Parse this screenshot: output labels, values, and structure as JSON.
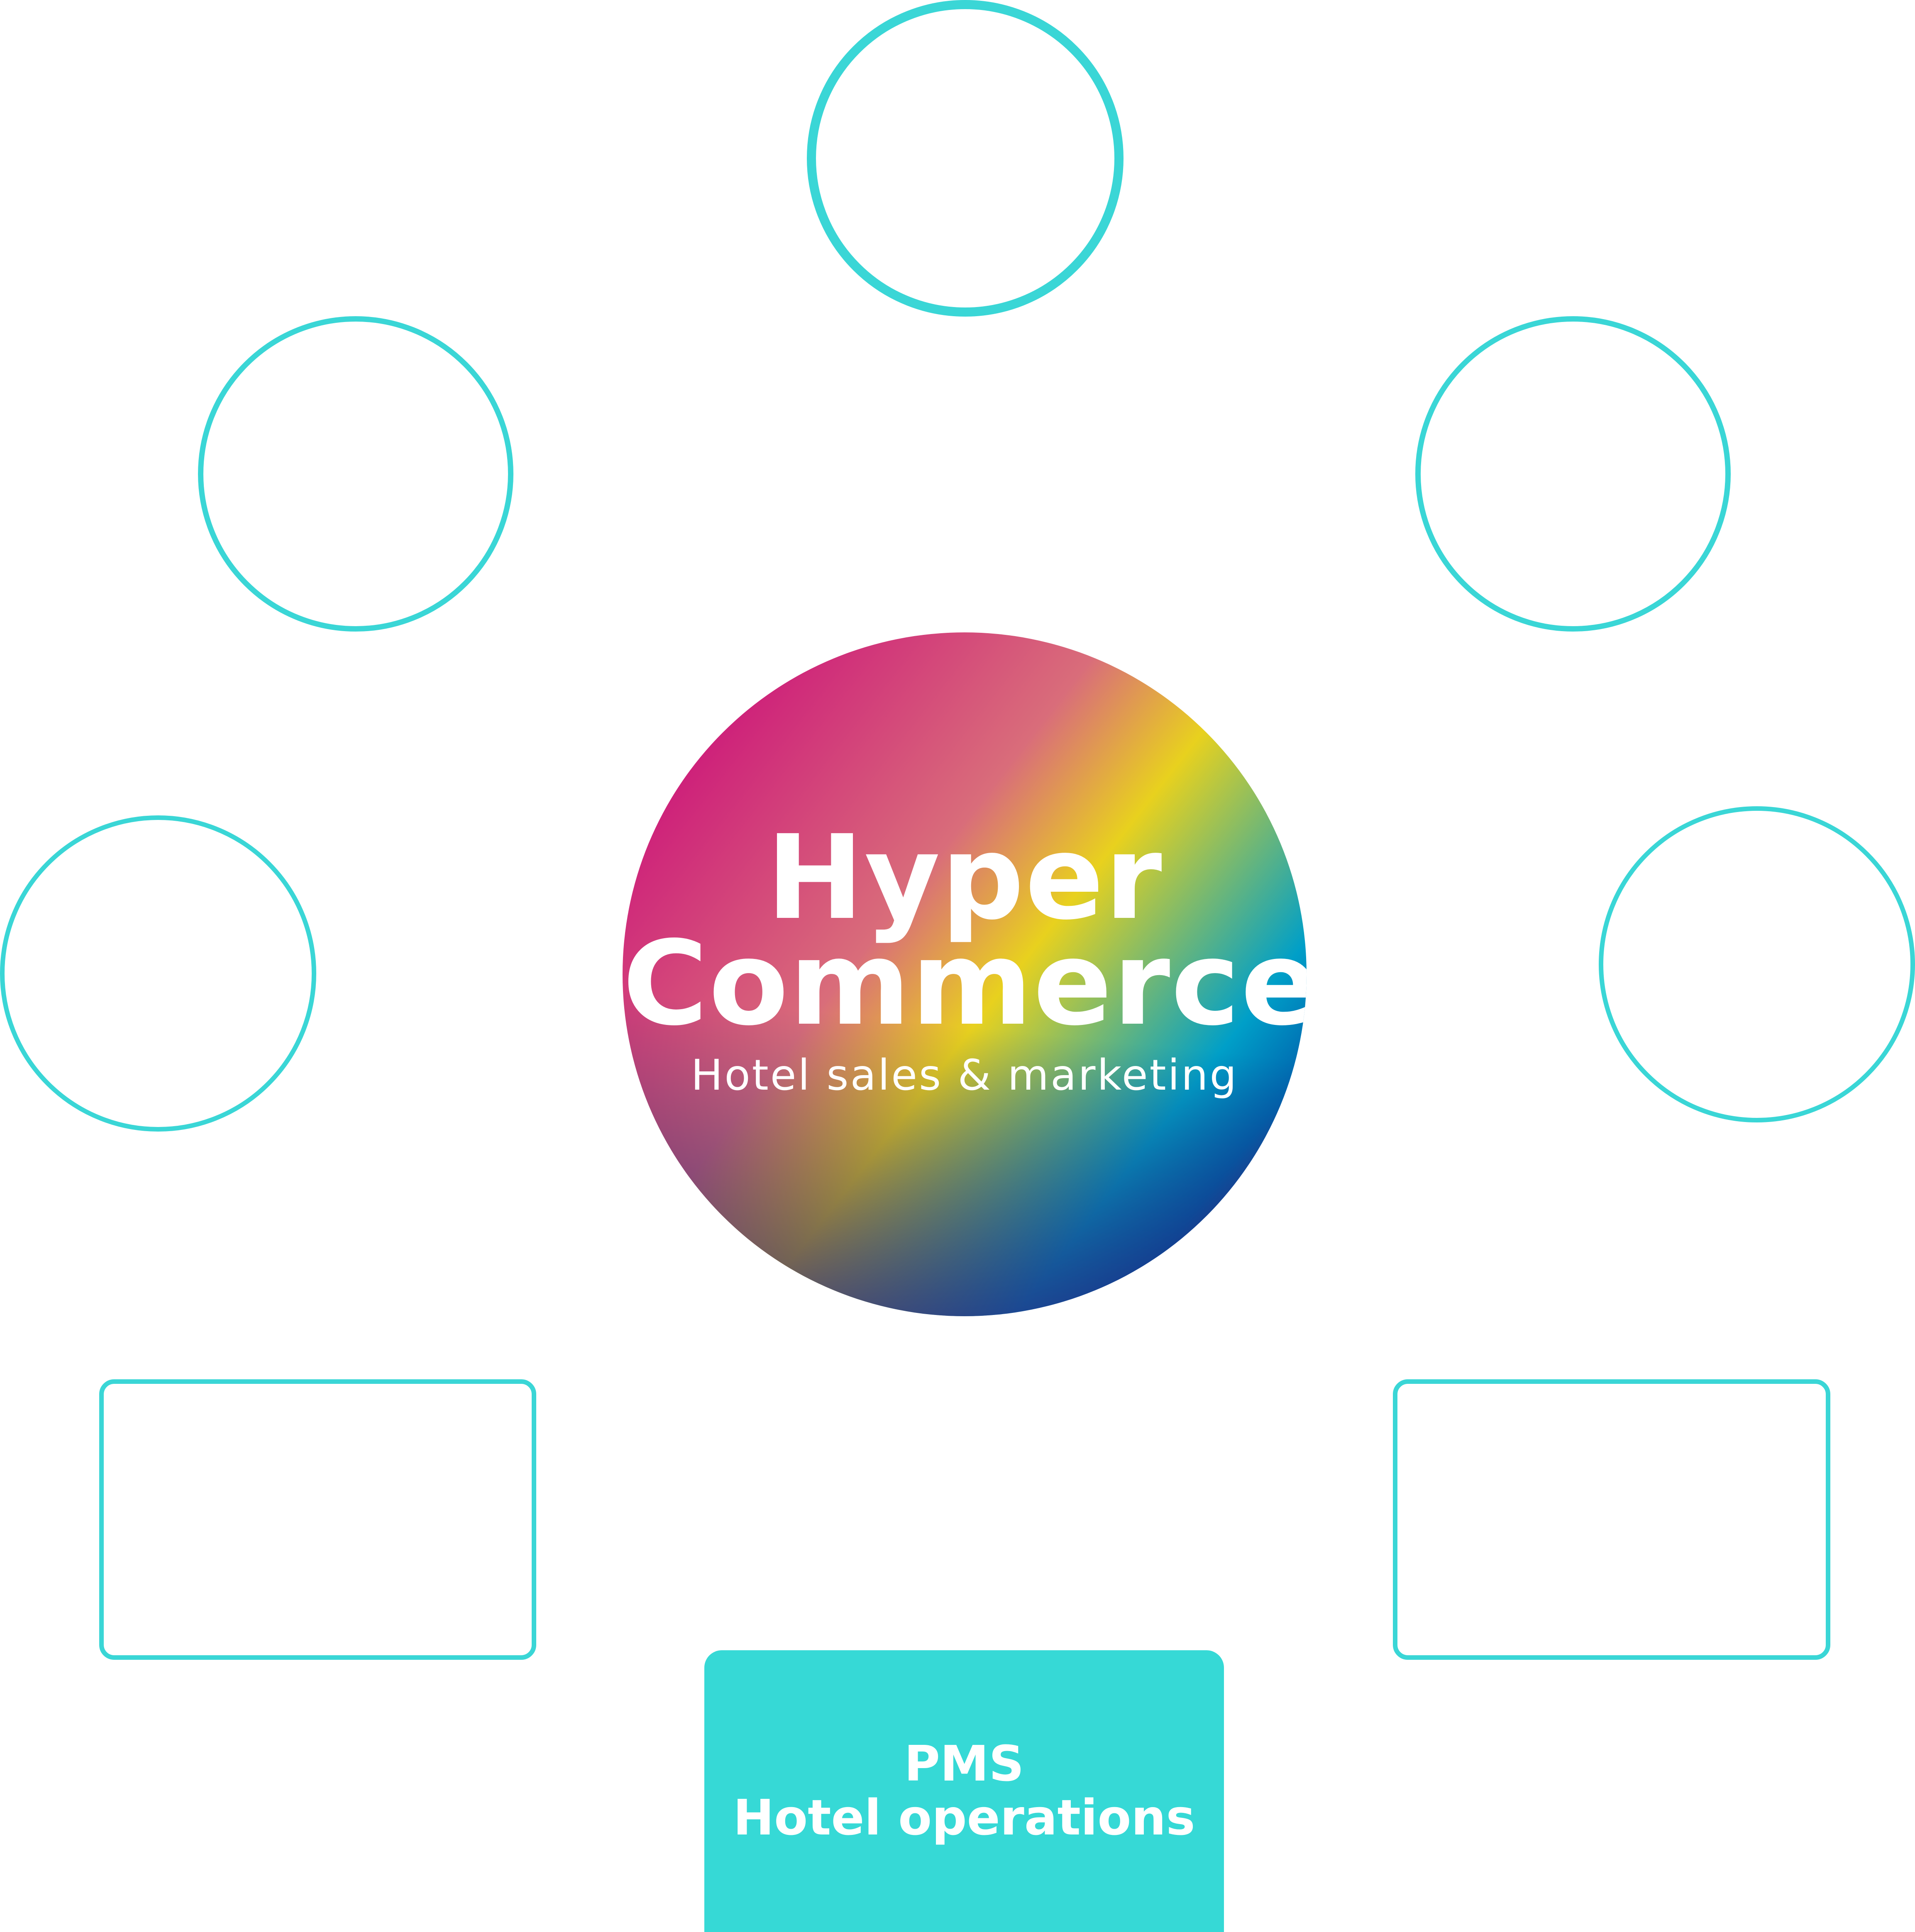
{
  "colors": {
    "outline": "#3ad6d6",
    "pms_fill": "#36d9d6",
    "text_on_color": "#ffffff",
    "gradient": [
      "#cc137a",
      "#d96d7a",
      "#e8d11e",
      "#009fc8",
      "#0068b0",
      "#3a2f84"
    ]
  },
  "hub": {
    "title_line1": "Hyper",
    "title_line2": "Commerce",
    "subtitle": "Hotel sales & marketing"
  },
  "pms": {
    "line1": "PMS",
    "line2": "Hotel operations"
  }
}
